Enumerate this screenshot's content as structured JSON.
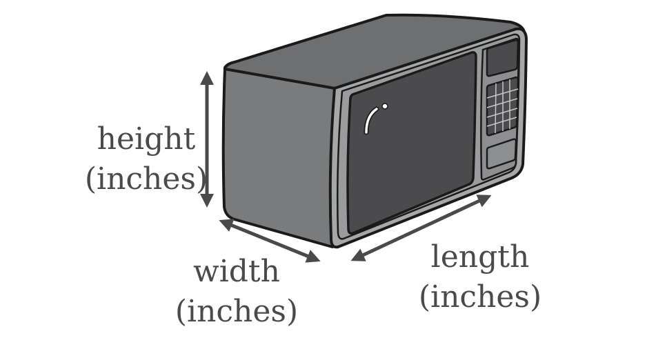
{
  "labels": {
    "height": {
      "line1": "height",
      "line2": "(inches)"
    },
    "width": {
      "line1": "width",
      "line2": "(inches)"
    },
    "length": {
      "line1": "length",
      "line2": "(inches)"
    }
  },
  "colors": {
    "outline": "#1a1a1a",
    "body_side": "#7a7b7d",
    "body_top": "#6e6f71",
    "front_frame": "#a6a7a9",
    "door_window": "#4b4b4d",
    "control_panel": "#8d8e90",
    "arrow": "#4a4a4a",
    "text": "#4a4a4a"
  },
  "icons": {
    "appliance": "microwave-oven-icon",
    "arrows": "double-headed-arrow-icon"
  }
}
